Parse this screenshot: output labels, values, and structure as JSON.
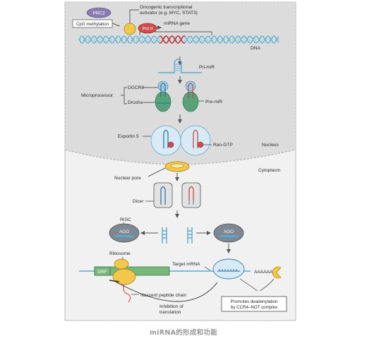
{
  "labels": {
    "prc2": "PRC2",
    "cpg": "CpG methylation",
    "activator": "Oncogenic transcriptional activator (e.g. MYC, STAT3)",
    "activator_l1": "Oncogenic transcriptional",
    "activator_l2": "activator (e.g. MYC, STAT3)",
    "pol2": "Pol II",
    "mirna_gene": "miRNA gene",
    "dna": "DNA",
    "pri_mir": "Pri-miR",
    "microprocessor": "Microprocessor",
    "dgcr8": "DGCR8",
    "drosha": "Drosha",
    "pre_mir": "Pre-miR",
    "exportin5": "Exportin 5",
    "ran_gtp": "Ran-GTP",
    "nucleus": "Nucleus",
    "cytoplasm": "Cytoplasm",
    "nuclear_pore": "Nuclear pore",
    "dicer": "Dicer",
    "risc": "RISC",
    "ago": "AGO",
    "ago2": "AGO",
    "ribosome": "Ribosome",
    "target_mrna": "Target mRNA",
    "orf": "ORF",
    "polya": "AAAAAA",
    "nascent": "Nascent peptide chain",
    "inhibition_l1": "Inhibition of",
    "inhibition_l2": "translation",
    "promotes_l1": "Promotes deadenylation",
    "promotes_l2": "by CCR4–NOT complex"
  },
  "caption": "miRNA的形成和功能",
  "colors": {
    "nucleus_bg": "#dcdcdc",
    "cytoplasm_bg": "#f1f1f1",
    "dna_blue": "#5ab0d4",
    "dna_red": "#c73a3a",
    "rna_blue": "#5aa9cf",
    "dgcr8": "#9fc8e0",
    "drosha": "#58a27a",
    "pore": "#f3c74a",
    "ribosome": "#f3c74a",
    "orf": "#7ab87a",
    "pol2": "#d24a4a",
    "ago": "#7f8790"
  }
}
